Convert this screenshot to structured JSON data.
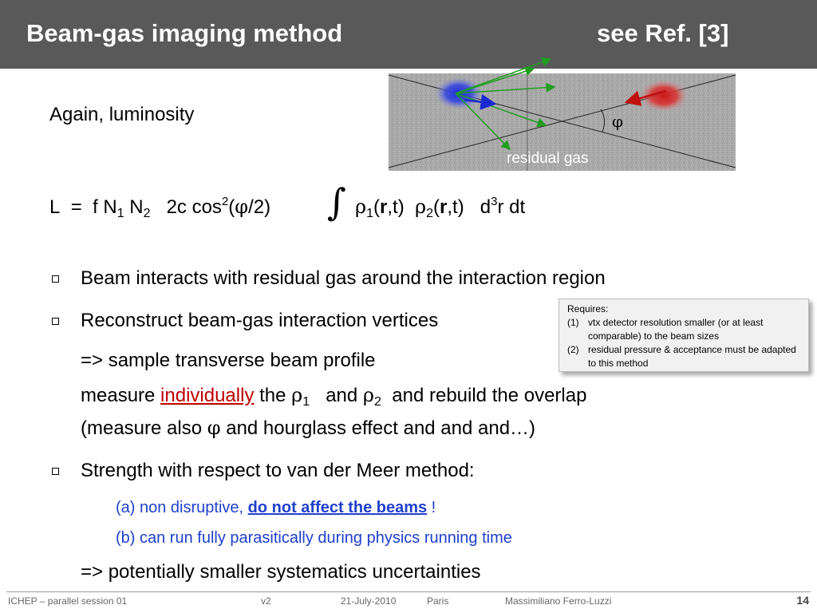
{
  "header": {
    "title": "Beam-gas imaging method",
    "ref": "see Ref. [3]"
  },
  "intro": "Again, luminosity",
  "diagram": {
    "label_residual_gas": "residual gas",
    "label_phi": "φ",
    "colors": {
      "background": "#a8a8a8",
      "beam1": "#2030d0",
      "beam2": "#d02020",
      "tracks": "#1e9e1e"
    }
  },
  "formula": {
    "L": "L",
    "eq": "=",
    "f": "f N",
    "n1": "1",
    "n2_pre": " N",
    "n2": "2",
    "two_c": "2c  cos",
    "sq": "2",
    "paren": "(",
    "phi": "φ",
    "half": "/2)",
    "integral": "∫",
    "rho1": "ρ",
    "rho1_sub": "1",
    "rho1_args_a": "(",
    "r_bold": "r",
    "rho_args_b": ",t)",
    "rho2": "ρ",
    "rho2_sub": "2",
    "d3": "d",
    "d3_sup": "3",
    "rdt": "r dt"
  },
  "bullets": {
    "b1": "Beam interacts with residual gas around the interaction region",
    "b2": "Reconstruct beam-gas interaction vertices",
    "b2_line1": "=> sample transverse beam profile",
    "b2_line2_a": "measure ",
    "b2_line2_individually": "individually",
    "b2_line2_b": " the ",
    "b2_rho": "ρ",
    "b2_rho1_sub": "1",
    "b2_and": "and ",
    "b2_rho2_sub": "2",
    "b2_line2_c": "and rebuild the overlap",
    "b2_line3_a": "(measure also ",
    "b2_phi": "φ",
    "b2_line3_b": " and hourglass effect and and and…)",
    "b3": "Strength with respect to van der Meer method:",
    "b3_a_pre": "(a) non disruptive, ",
    "b3_a_bold": "do not affect the beams",
    "b3_a_post": " !",
    "b3_b": "(b) can run fully parasitically during physics running time",
    "b3_line": "=> potentially smaller systematics uncertainties"
  },
  "requires": {
    "title": "Requires:",
    "items": [
      {
        "num": "(1)",
        "text": "vtx detector resolution smaller (or at least comparable) to the beam sizes"
      },
      {
        "num": "(2)",
        "text": "residual pressure & acceptance must be adapted to this method"
      }
    ]
  },
  "footer": {
    "session": "ICHEP – parallel session 01",
    "version": "v2",
    "date": "21-July-2010",
    "place": "Paris",
    "author": "Massimiliano Ferro-Luzzi",
    "page": "14"
  }
}
